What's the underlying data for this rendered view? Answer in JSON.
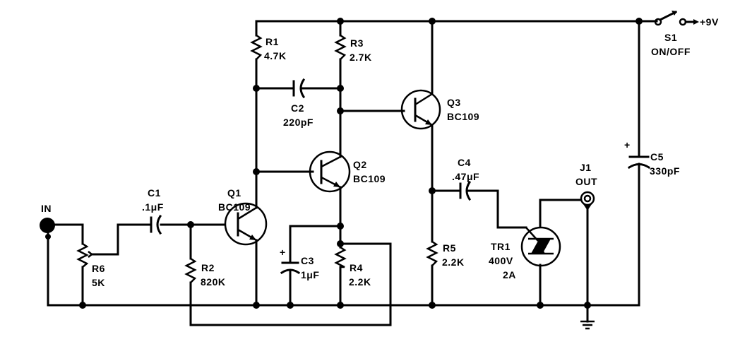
{
  "diagram": {
    "type": "circuit-schematic",
    "supply": {
      "label": "+9V"
    },
    "switch": {
      "ref": "S1",
      "label": "ON/OFF"
    },
    "input": {
      "label": "IN"
    },
    "output": {
      "ref": "J1",
      "label": "OUT"
    },
    "resistors": [
      {
        "ref": "R1",
        "value": "4.7K"
      },
      {
        "ref": "R2",
        "value": "820K"
      },
      {
        "ref": "R3",
        "value": "2.7K"
      },
      {
        "ref": "R4",
        "value": "2.2K"
      },
      {
        "ref": "R5",
        "value": "2.2K"
      },
      {
        "ref": "R6",
        "value": "5K"
      }
    ],
    "capacitors": [
      {
        "ref": "C1",
        "value": ".1μF"
      },
      {
        "ref": "C2",
        "value": "220pF"
      },
      {
        "ref": "C3",
        "value": "1μF",
        "polarity": "+"
      },
      {
        "ref": "C4",
        "value": ".47μF"
      },
      {
        "ref": "C5",
        "value": "330pF",
        "polarity": "+"
      }
    ],
    "transistors": [
      {
        "ref": "Q1",
        "part": "BC109"
      },
      {
        "ref": "Q2",
        "part": "BC109"
      },
      {
        "ref": "Q3",
        "part": "BC109"
      }
    ],
    "triac": {
      "ref": "TR1",
      "voltage": "400V",
      "current": "2A"
    },
    "plus_sign": "+"
  }
}
